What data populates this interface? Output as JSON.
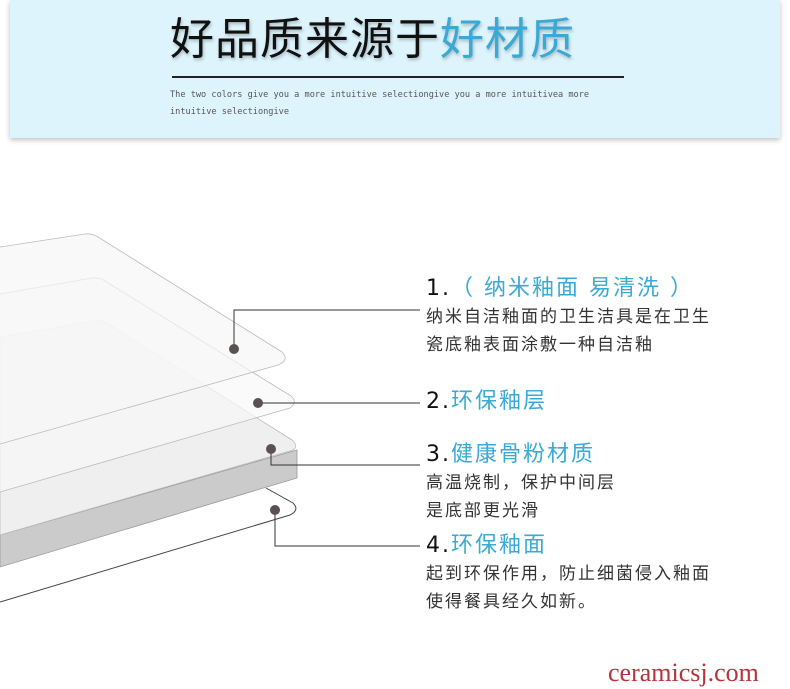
{
  "header": {
    "title_black": "好品质来源于",
    "title_blue": "好材质",
    "subtitle": "The two colors give you a more intuitive selectiongive you a more intuitivea more intuitive selectiongive"
  },
  "layers": [
    {
      "number": "1.",
      "title": "（ 纳米釉面 易清洗 ）",
      "desc": [
        "纳米自洁釉面的卫生洁具是在卫生",
        "瓷底釉表面涂敷一种自洁釉"
      ]
    },
    {
      "number": "2.",
      "title": "环保釉层",
      "desc": []
    },
    {
      "number": "3.",
      "title": "健康骨粉材质",
      "desc": [
        "高温烧制，保护中间层",
        "是底部更光滑"
      ]
    },
    {
      "number": "4.",
      "title": "环保釉面",
      "desc": [
        "起到环保作用，防止细菌侵入釉面",
        "使得餐具经久如新。"
      ]
    }
  ],
  "watermark": "ceramicsj.com",
  "colors": {
    "accent": "#3aa9d4",
    "header_bg": "#ddf4fd",
    "watermark": "#b5333c"
  }
}
